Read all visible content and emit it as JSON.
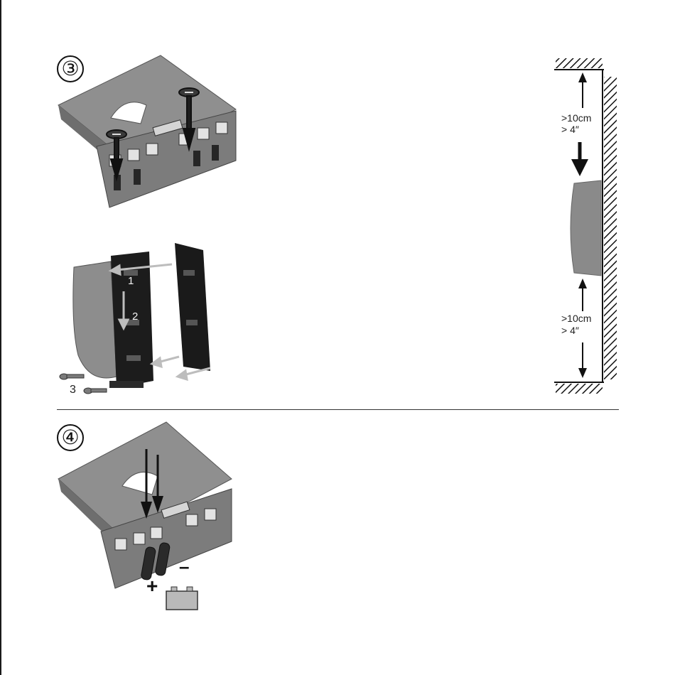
{
  "steps": {
    "step3": {
      "number": "③"
    },
    "step4": {
      "number": "④"
    }
  },
  "assembly": {
    "callout_1": "1",
    "callout_2": "2",
    "callout_3": "3"
  },
  "clearance": {
    "top_metric": ">10cm",
    "top_imperial": "> 4″",
    "bottom_metric": ">10cm",
    "bottom_imperial": "> 4″"
  },
  "battery": {
    "plus": "+",
    "minus": "–"
  },
  "colors": {
    "housing": "#8a8a8a",
    "housing_dark": "#5a5a5a",
    "ink": "#111111",
    "arrow_light": "#bdbdbd",
    "battery": "#b9b9b9"
  }
}
